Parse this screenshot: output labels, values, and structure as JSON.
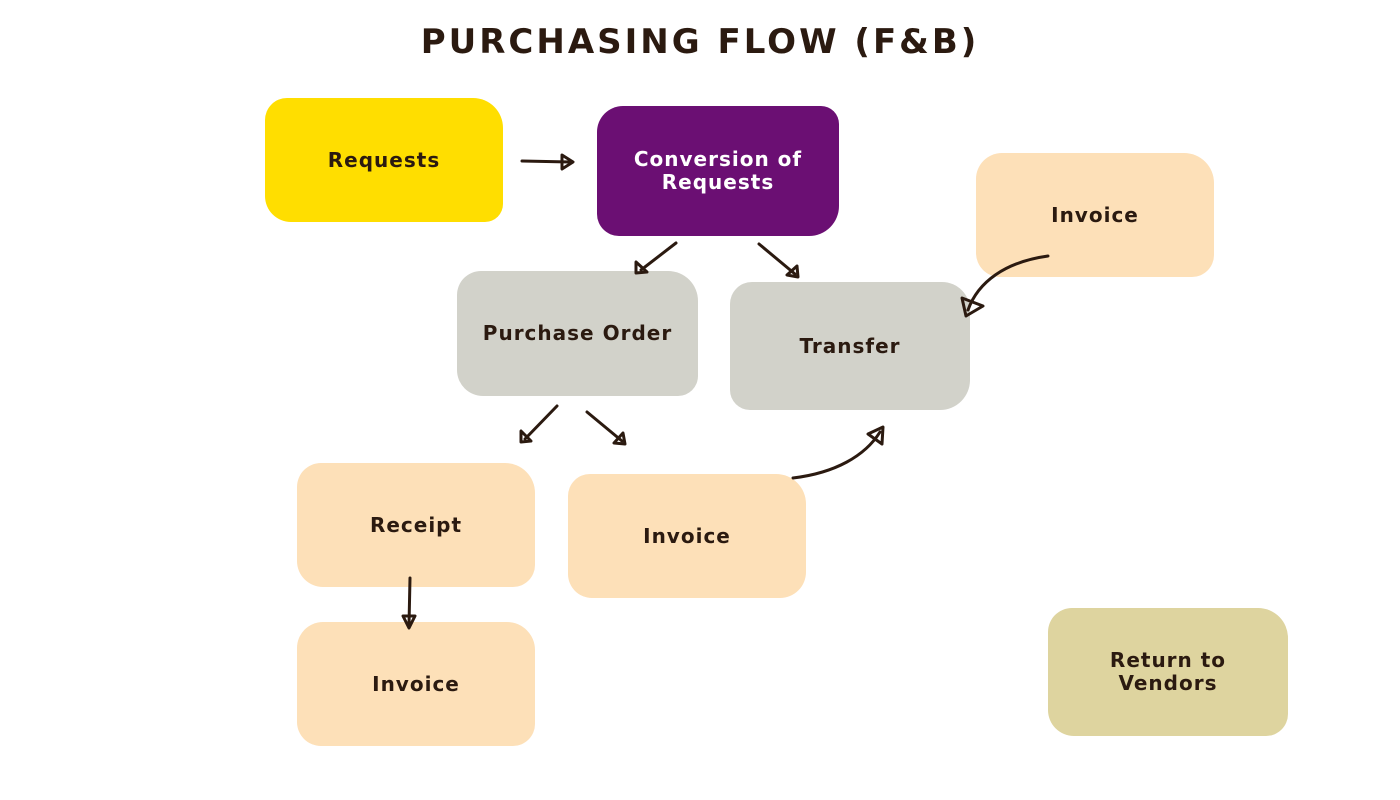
{
  "title": "PURCHASING FLOW (F&B)",
  "colors": {
    "requests": "#ffde00",
    "conversion": "#6b0f73",
    "gray": "#d2d2ca",
    "peach": "#fde0b8",
    "olive": "#ded49f",
    "text_dark": "#2b1a10",
    "text_light": "#ffffff",
    "arrow": "#2b1a10"
  },
  "nodes": {
    "requests": "Requests",
    "conversion": "Conversion of\nRequests",
    "purchase_order": "Purchase Order",
    "transfer": "Transfer",
    "invoice_top": "Invoice",
    "receipt": "Receipt",
    "invoice_mid": "Invoice",
    "invoice_bottom": "Invoice",
    "return_to_vendors": "Return to\nVendors"
  }
}
